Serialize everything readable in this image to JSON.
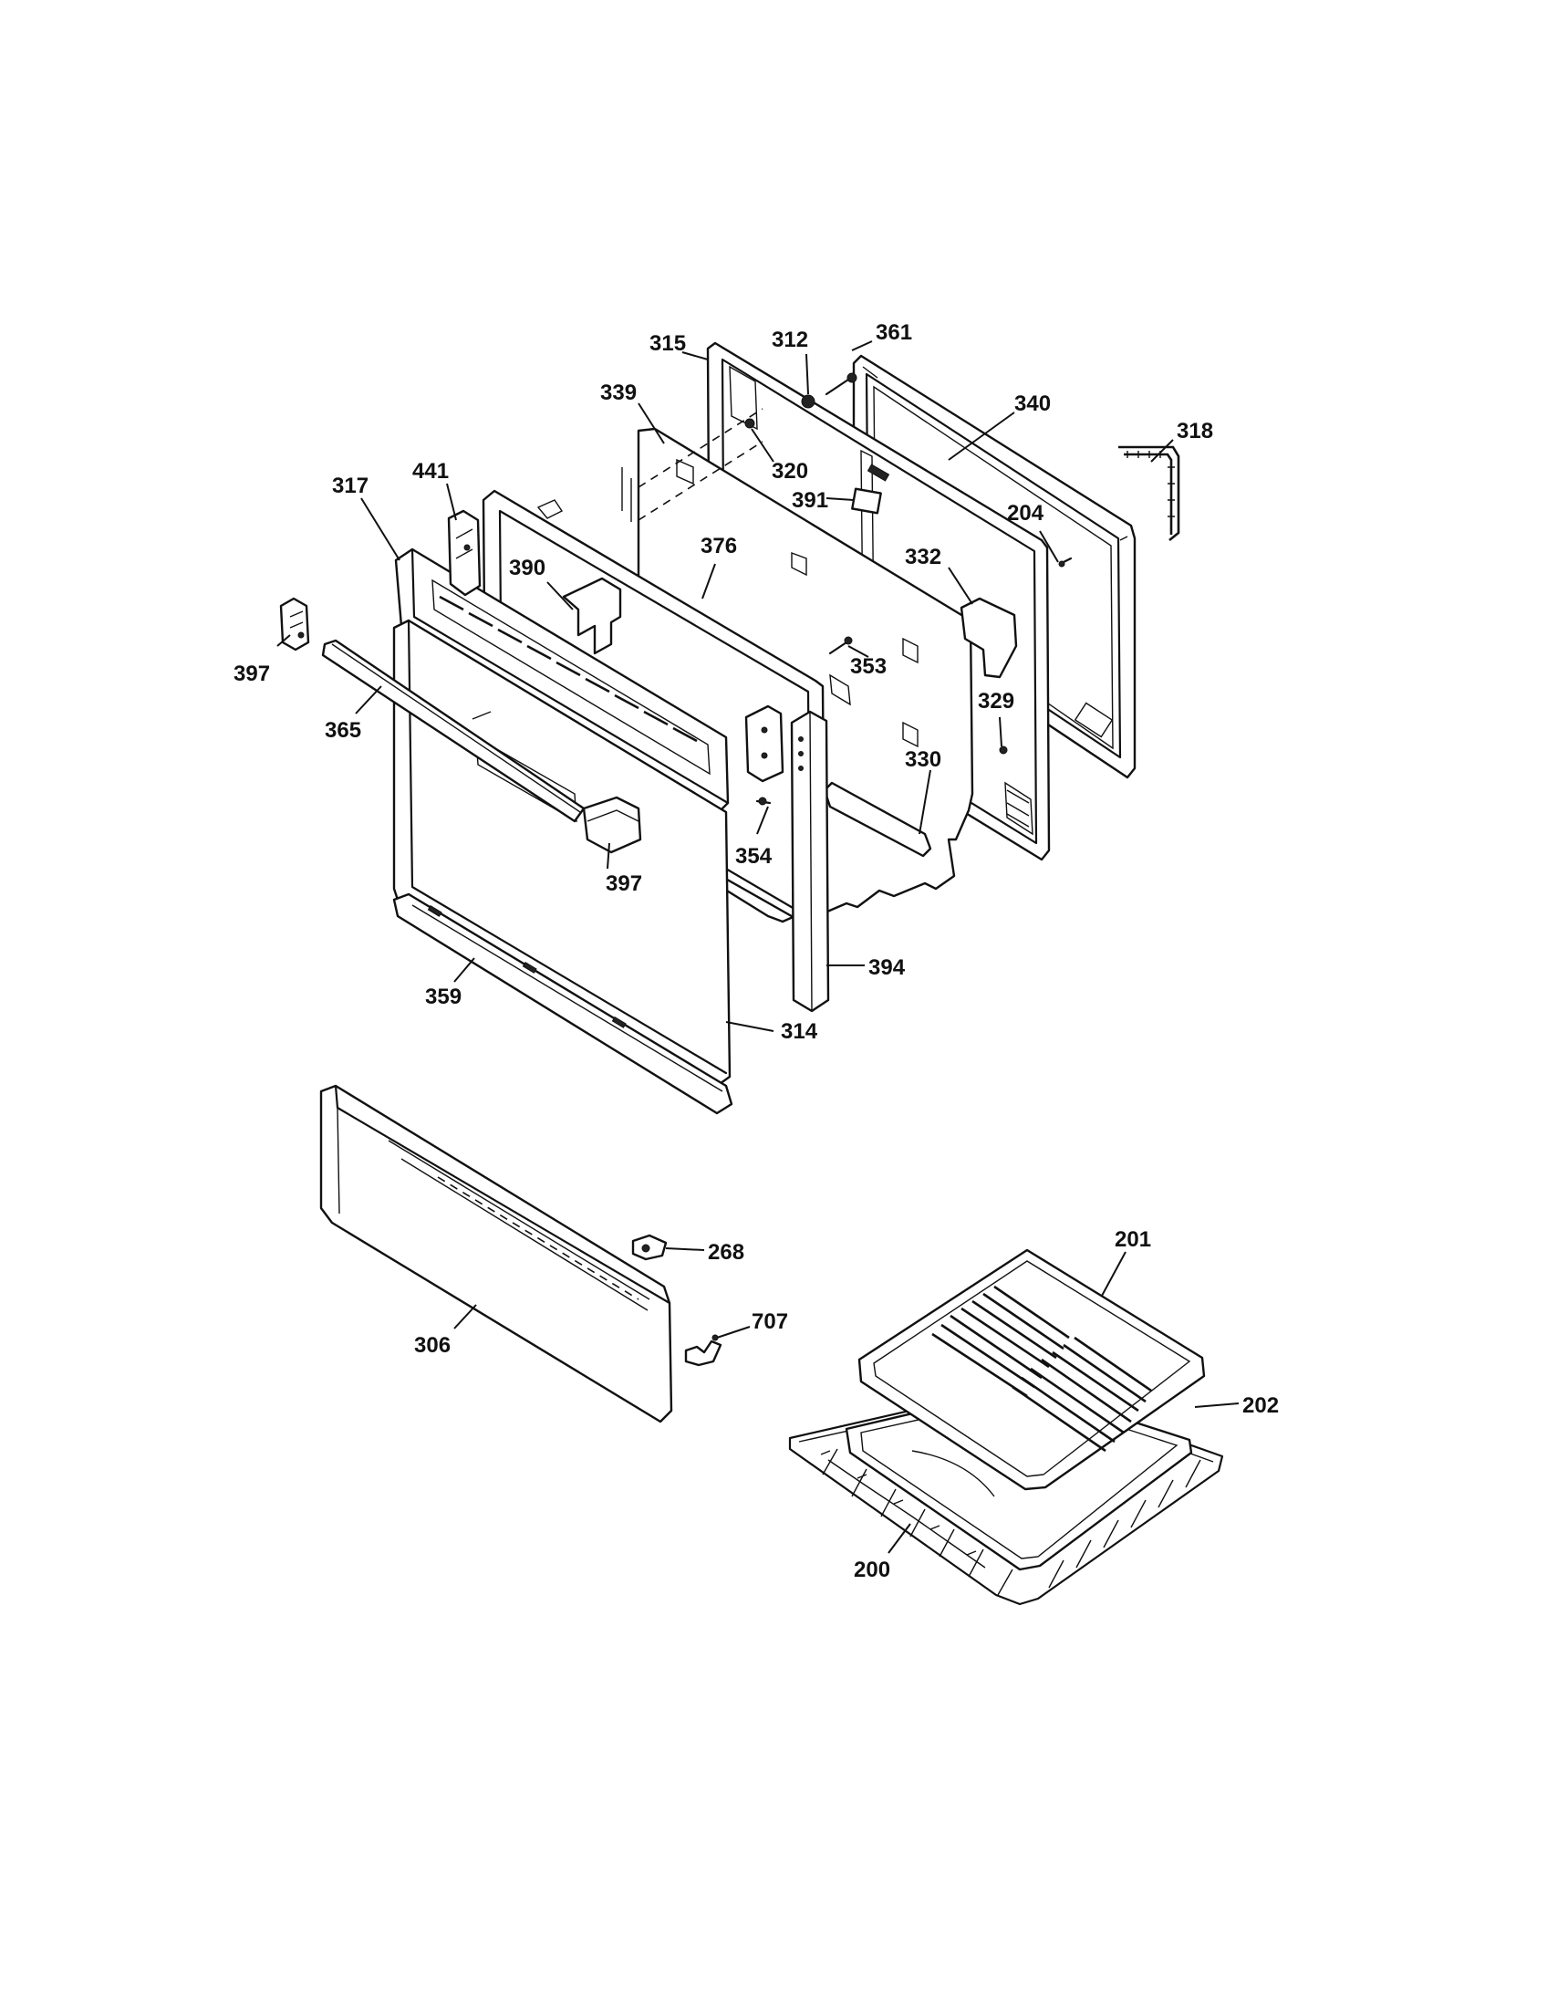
{
  "diagram": {
    "callouts": [
      {
        "id": "c315",
        "text": "315"
      },
      {
        "id": "c312",
        "text": "312"
      },
      {
        "id": "c361",
        "text": "361"
      },
      {
        "id": "c339",
        "text": "339"
      },
      {
        "id": "c340",
        "text": "340"
      },
      {
        "id": "c318",
        "text": "318"
      },
      {
        "id": "c320",
        "text": "320"
      },
      {
        "id": "c441",
        "text": "441"
      },
      {
        "id": "c317",
        "text": "317"
      },
      {
        "id": "c391",
        "text": "391"
      },
      {
        "id": "c204",
        "text": "204"
      },
      {
        "id": "c376",
        "text": "376"
      },
      {
        "id": "c390",
        "text": "390"
      },
      {
        "id": "c332",
        "text": "332"
      },
      {
        "id": "c397a",
        "text": "397"
      },
      {
        "id": "c353",
        "text": "353"
      },
      {
        "id": "c365",
        "text": "365"
      },
      {
        "id": "c329",
        "text": "329"
      },
      {
        "id": "c330",
        "text": "330"
      },
      {
        "id": "c354",
        "text": "354"
      },
      {
        "id": "c397b",
        "text": "397"
      },
      {
        "id": "c394",
        "text": "394"
      },
      {
        "id": "c359",
        "text": "359"
      },
      {
        "id": "c314",
        "text": "314"
      },
      {
        "id": "c268",
        "text": "268"
      },
      {
        "id": "c707",
        "text": "707"
      },
      {
        "id": "c306",
        "text": "306"
      },
      {
        "id": "c201",
        "text": "201"
      },
      {
        "id": "c202",
        "text": "202"
      },
      {
        "id": "c200",
        "text": "200"
      }
    ]
  }
}
